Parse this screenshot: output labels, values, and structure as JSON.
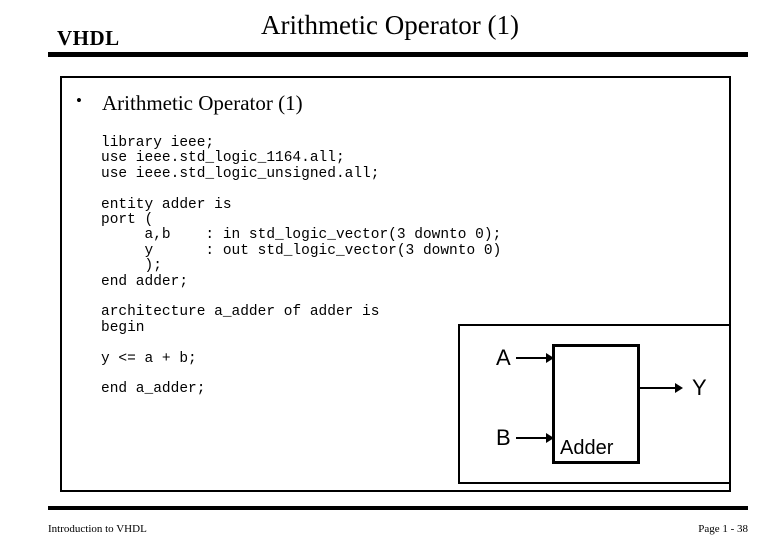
{
  "header": {
    "logo": "VHDL",
    "title": "Arithmetic Operator (1)"
  },
  "content": {
    "bullet_symbol": "•",
    "bullet_heading": "Arithmetic Operator (1)",
    "code_lines": [
      "library ieee;",
      "use ieee.std_logic_1164.all;",
      "use ieee.std_logic_unsigned.all;",
      "",
      "entity adder is",
      "port (",
      "     a,b    : in std_logic_vector(3 downto 0);",
      "     y      : out std_logic_vector(3 downto 0)",
      "     );",
      "end adder;",
      "",
      "architecture a_adder of adder is",
      "begin",
      "",
      "y <= a + b;",
      "",
      "end a_adder;"
    ]
  },
  "diagram": {
    "block_label": "Adder",
    "input_a": "A",
    "input_b": "B",
    "output_y": "Y"
  },
  "footer": {
    "left": "Introduction to VHDL",
    "right": "Page 1 - 38"
  },
  "colors": {
    "ink": "#000000",
    "page": "#ffffff"
  }
}
